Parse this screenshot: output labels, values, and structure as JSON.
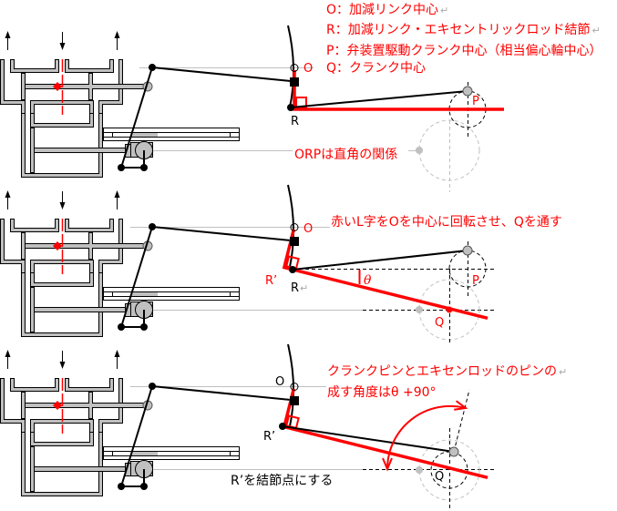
{
  "legend": {
    "lines": [
      {
        "text": "O：加減リンク中心",
        "return_mark": "↵"
      },
      {
        "text": "R：加減リンク・エキセントリックロッド結節",
        "return_mark": "↵"
      },
      {
        "text": "P：弁装置駆動クランク中心（相当偏心輪中心）"
      },
      {
        "text": "Q：クランク中心"
      }
    ]
  },
  "panels": [
    {
      "caption": "ORPは直角の関係",
      "labels": {
        "O": "O",
        "R": "R",
        "P": "P"
      }
    },
    {
      "caption": "赤いL字をOを中心に回転させ、Qを通す",
      "l_rotation_deg": 14,
      "labels": {
        "O": "O",
        "R": "R",
        "R_return_mark": "↵",
        "R_prime": "R’",
        "P": "P",
        "Q": "Q",
        "theta": "θ"
      }
    },
    {
      "caption_lines": [
        {
          "text": "クランクピンとエキセンロッドのピンの",
          "return_mark": "↵"
        },
        {
          "text": "成す角度はθ +90°"
        }
      ],
      "note": "R’を結節点にする",
      "l_rotation_deg": 14,
      "labels": {
        "O": "O",
        "R_prime": "R’",
        "Q": "Q"
      }
    }
  ],
  "colors": {
    "annotation": "#ff0000",
    "part_fill": "#c0c0c0",
    "reference_line": "#c0c0c0",
    "outline": "#000000",
    "return_mark": "#a8a8a8"
  }
}
